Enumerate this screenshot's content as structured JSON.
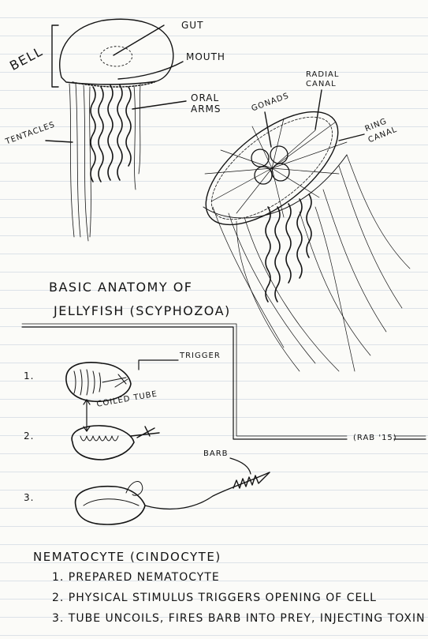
{
  "labels": {
    "gut": "GUT",
    "bell": "BELL",
    "mouth": "MOUTH",
    "oral_arms_1": "ORAL",
    "oral_arms_2": "ARMS",
    "tentacles": "TENTACLES",
    "radial_canal_1": "RADIAL",
    "radial_canal_2": "CANAL",
    "gonads": "GONADS",
    "ring_canal_1": "RING",
    "ring_canal_2": "CANAL",
    "trigger": "TRIGGER",
    "coiled_tube": "COILED TUBE",
    "barb": "BARB",
    "signature": "(RAB '15)"
  },
  "title": {
    "line1": "BASIC ANATOMY OF",
    "line2": "JELLYFISH (SCYPHOZOA)"
  },
  "stages": [
    "1.",
    "2.",
    "3."
  ],
  "caption": {
    "heading": "NEMATOCYTE (CINDOCYTE)",
    "steps": [
      "1. PREPARED NEMATOCYTE",
      "2. PHYSICAL STIMULUS TRIGGERS OPENING OF CELL",
      "3. TUBE UNCOILS, FIRES BARB INTO PREY, INJECTING TOXIN"
    ]
  }
}
